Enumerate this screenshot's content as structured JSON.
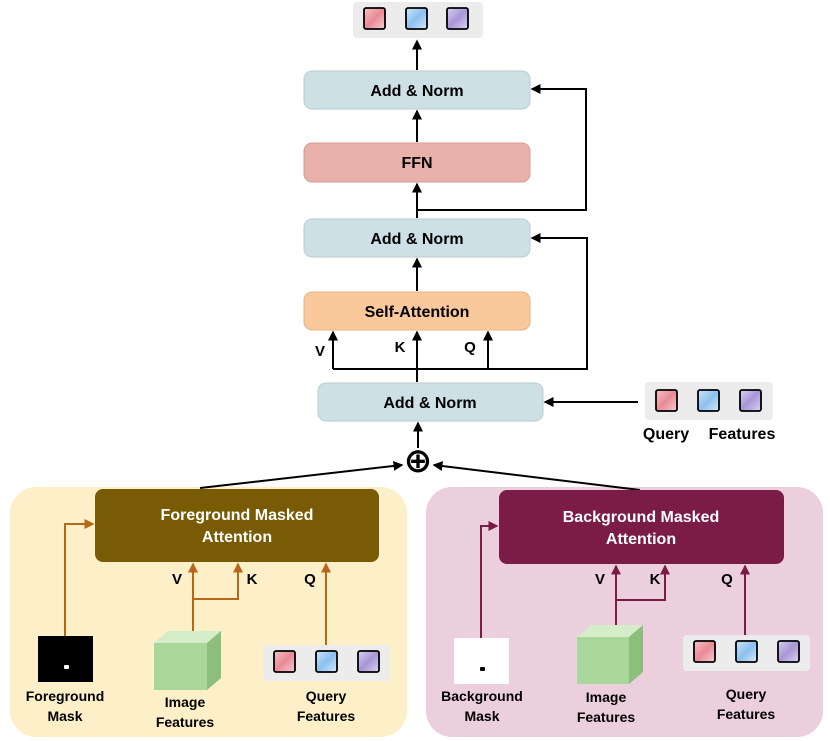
{
  "colors": {
    "norm_box": "#cde0e5",
    "ffn_box": "#e8b1aa",
    "self_attn_box": "#f9c89b",
    "fg_panel": "#fdf0c8",
    "bg_panel": "#ebcfdc",
    "fg_block": "#7a5b05",
    "bg_block": "#7a1c45",
    "fg_arrow": "#b8661a",
    "bg_arrow": "#7a1c45",
    "token_red": "#e88a96",
    "token_blue": "#8cc0ee",
    "token_purple": "#a896d6",
    "token_tray": "#ececec",
    "cube": "#a9d69a"
  },
  "decoder": {
    "add_norm_top": "Add & Norm",
    "ffn": "FFN",
    "add_norm_mid": "Add & Norm",
    "self_attention": "Self-Attention",
    "add_norm_bottom": "Add & Norm",
    "v": "V",
    "k": "K",
    "q": "Q",
    "sum_symbol": "⊕"
  },
  "query_features_side": {
    "word1": "Query",
    "word2": "Features"
  },
  "foreground": {
    "block_line1": "Foreground Masked",
    "block_line2": "Attention",
    "v": "V",
    "k": "K",
    "q": "Q",
    "mask_line1": "Foreground",
    "mask_line2": "Mask",
    "image_line1": "Image",
    "image_line2": "Features",
    "query_line1": "Query",
    "query_line2": "Features"
  },
  "background": {
    "block_line1": "Background Masked",
    "block_line2": "Attention",
    "v": "V",
    "k": "K",
    "q": "Q",
    "mask_line1": "Background",
    "mask_line2": "Mask",
    "image_line1": "Image",
    "image_line2": "Features",
    "query_line1": "Query",
    "query_line2": "Features"
  }
}
